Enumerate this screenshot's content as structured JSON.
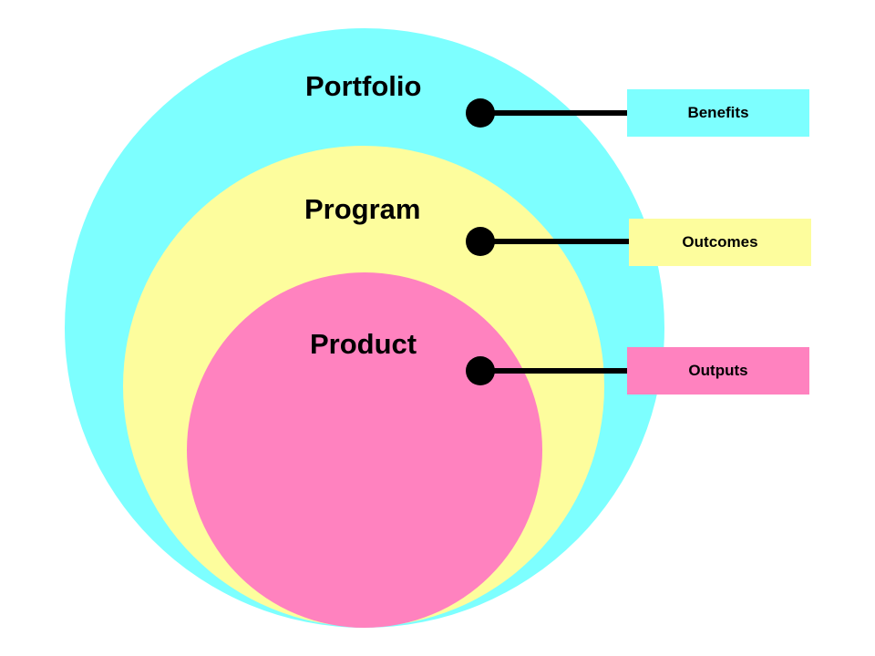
{
  "levels": [
    {
      "label": "Portfolio",
      "tag": "Benefits",
      "color": "#7dffff"
    },
    {
      "label": "Program",
      "tag": "Outcomes",
      "color": "#fdfd9d"
    },
    {
      "label": "Product",
      "tag": "Outputs",
      "color": "#ff82bf"
    }
  ],
  "connector_color": "#000000"
}
